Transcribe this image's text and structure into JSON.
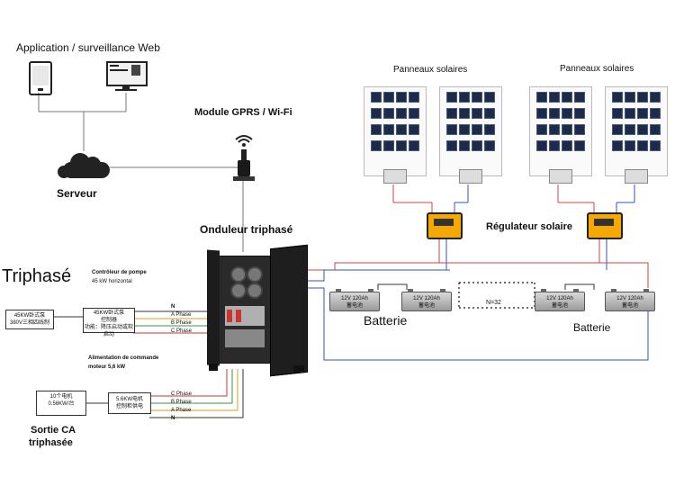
{
  "labels": {
    "app_web": "Application / surveillance Web",
    "gprs_wifi": "Module GPRS / Wi-Fi",
    "server": "Serveur",
    "inverter": "Onduleur triphasé",
    "panels_left": "Panneaux solaires",
    "panels_right": "Panneaux solaires",
    "solar_regulator": "Régulateur solaire",
    "battery_left": "Batterie",
    "battery_right": "Batterie",
    "three_phase": "Triphasé",
    "pump_controller_1": "Contrôleur de pompe",
    "pump_controller_2": "45 kW horizontal",
    "motor_supply_1": "Alimentation de commande",
    "motor_supply_2": "moteur 5,6 kW",
    "ac_output_1": "Sortie CA",
    "ac_output_2": "triphasée",
    "battery_count": "N=32"
  },
  "phases_top": [
    "N",
    "A Phase",
    "B Phase",
    "C Phase"
  ],
  "phases_bottom": [
    "C Phase",
    "B Phase",
    "A Phase",
    "N"
  ],
  "boxes": {
    "pump_motor_1": "45KW卧式泵",
    "pump_motor_2": "380V三相四线制",
    "controller_1": "45KW卧式泵",
    "controller_2": "控制器",
    "controller_3": "功能：降压启动或软启动",
    "load_1": "10个电机",
    "load_2": "0.56KW/台",
    "motor_ctrl_1": "5.6KW电机",
    "motor_ctrl_2": "控制柜供电"
  },
  "battery_text": {
    "capacity": "12V 120Ah",
    "sub": "蓄电池"
  },
  "colors": {
    "phase_a": "#d4a017",
    "phase_b": "#3a9a3a",
    "phase_c": "#d03030",
    "neutral": "#333333",
    "dc_positive": "#d04040",
    "dc_negative": "#3050c0",
    "regulator": "#f5a800"
  }
}
